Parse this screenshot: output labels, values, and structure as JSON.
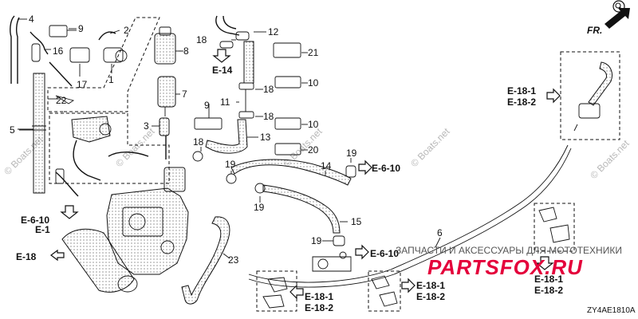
{
  "diagram": {
    "part_code": "ZY4AE1810A",
    "direction_label": "FR.",
    "callouts": [
      "1",
      "2",
      "3",
      "4",
      "5",
      "6",
      "7",
      "8",
      "9",
      "10",
      "11",
      "12",
      "13",
      "14",
      "15",
      "16",
      "17",
      "18",
      "19",
      "20",
      "21",
      "22",
      "23"
    ],
    "references": {
      "e_6_10": "E-6-10",
      "e_1": "E-1",
      "e_18": "E-18",
      "e_14": "E-14",
      "e_18_1": "E-18-1",
      "e_18_2": "E-18-2"
    }
  },
  "watermarks": {
    "boats_net": "© Boats.net",
    "partsfox": "PARTSFOX.RU",
    "partsfox_sub": "ЗАПЧАСТИ И АКСЕССУАРЫ ДЛЯ МОТОТЕХНИКИ"
  },
  "icons": {
    "search": "search-icon"
  }
}
